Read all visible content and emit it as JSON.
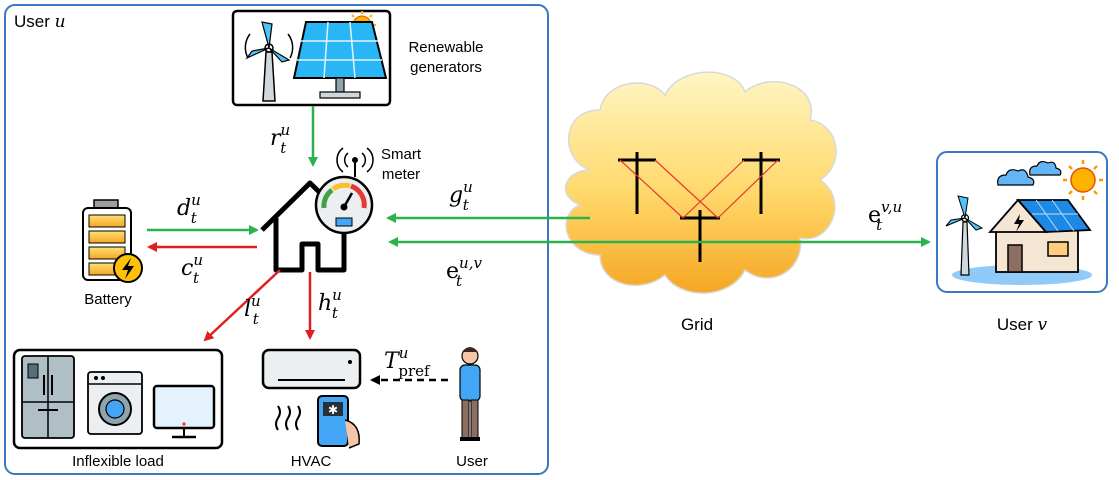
{
  "user_u": {
    "title_prefix": "User ",
    "title_var": "u",
    "renewable": {
      "line1": "Renewable",
      "line2": "generators"
    },
    "smart_meter": {
      "line1": "Smart",
      "line2": "meter"
    },
    "battery": "Battery",
    "inflexible_load": "Inflexible load",
    "hvac": "HVAC",
    "user": "User"
  },
  "grid": {
    "label": "Grid"
  },
  "user_v": {
    "label_prefix": "User ",
    "label_var": "v"
  },
  "flows": {
    "r": {
      "base": "r",
      "sup": "u",
      "sub": "t"
    },
    "d": {
      "base": "d",
      "sup": "u",
      "sub": "t"
    },
    "c": {
      "base": "c",
      "sup": "u",
      "sub": "t"
    },
    "g": {
      "base": "g",
      "sup": "u",
      "sub": "t"
    },
    "euv": {
      "base": "e",
      "sup": "u,v",
      "sub": "t"
    },
    "evu": {
      "base": "e",
      "sup": "v,u",
      "sub": "t"
    },
    "l": {
      "base": "l",
      "sup": "u",
      "sub": "t"
    },
    "h": {
      "base": "h",
      "sup": "u",
      "sub": "t"
    },
    "T": {
      "base": "T",
      "sup": "u",
      "sub": "pref"
    }
  },
  "colors": {
    "green": "#2bb24c",
    "red": "#e02020",
    "frame": "#3a78c2",
    "cloud_top": "#fff3b0",
    "cloud_bottom": "#f7b733",
    "power_line": "#e53935"
  }
}
